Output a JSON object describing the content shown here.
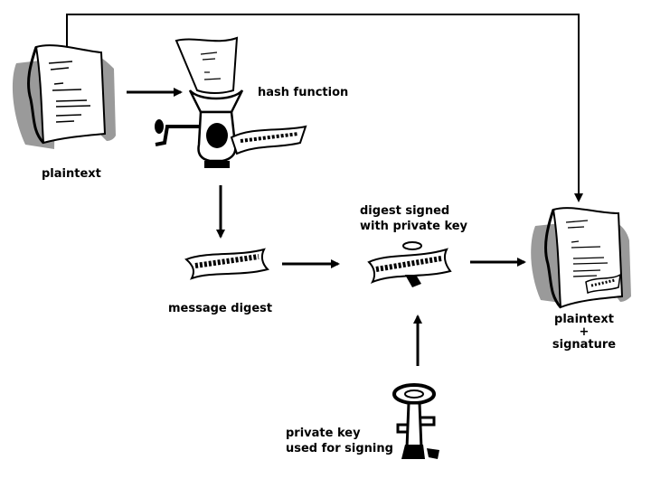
{
  "labels": {
    "plaintext": "plaintext",
    "hash_function": "hash function",
    "message_digest": "message digest",
    "digest_signed_line1": "digest signed",
    "digest_signed_line2": "with private key",
    "result_line1": "plaintext",
    "result_line2": "+",
    "result_line3": "signature",
    "private_key_line1": "private key",
    "private_key_line2": "used for signing"
  },
  "icons": {
    "plaintext_document": "document-scroll-icon",
    "hash_function": "meat-grinder-icon",
    "message_digest": "digest-ribbon-icon",
    "signed_digest": "signed-digest-icon",
    "private_key": "key-icon",
    "signed_document": "signed-document-icon"
  },
  "colors": {
    "ink": "#000000",
    "shadow": "#9a9a9a"
  }
}
